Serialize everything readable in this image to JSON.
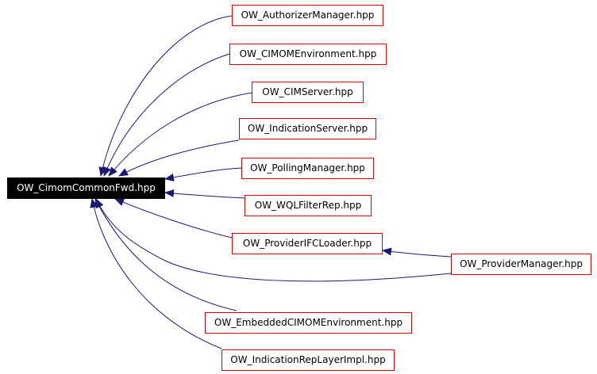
{
  "root": {
    "label": "OW_CimomCommonFwd.hpp"
  },
  "nodes": [
    {
      "id": "authorizer",
      "label": "OW_AuthorizerManager.hpp"
    },
    {
      "id": "cimomenv",
      "label": "OW_CIMOMEnvironment.hpp"
    },
    {
      "id": "cimserver",
      "label": "OW_CIMServer.hpp"
    },
    {
      "id": "indicationserver",
      "label": "OW_IndicationServer.hpp"
    },
    {
      "id": "polling",
      "label": "OW_PollingManager.hpp"
    },
    {
      "id": "wqlfilter",
      "label": "OW_WQLFilterRep.hpp"
    },
    {
      "id": "providerifc",
      "label": "OW_ProviderIFCLoader.hpp"
    },
    {
      "id": "providermgr",
      "label": "OW_ProviderManager.hpp"
    },
    {
      "id": "embedded",
      "label": "OW_EmbeddedCIMOMEnvironment.hpp"
    },
    {
      "id": "indicationrep",
      "label": "OW_IndicationRepLayerImpl.hpp"
    }
  ],
  "edges": [
    {
      "from": "authorizer",
      "to": "root"
    },
    {
      "from": "cimomenv",
      "to": "root"
    },
    {
      "from": "cimserver",
      "to": "root"
    },
    {
      "from": "indicationserver",
      "to": "root"
    },
    {
      "from": "polling",
      "to": "root"
    },
    {
      "from": "wqlfilter",
      "to": "root"
    },
    {
      "from": "providerifc",
      "to": "root"
    },
    {
      "from": "providermgr",
      "to": "root"
    },
    {
      "from": "providermgr",
      "to": "providerifc"
    },
    {
      "from": "embedded",
      "to": "root"
    },
    {
      "from": "indicationrep",
      "to": "root"
    }
  ],
  "colors": {
    "edge": "#191970",
    "node_border": "#cc0000",
    "root_fill": "#000000",
    "root_text": "#ffffff"
  }
}
